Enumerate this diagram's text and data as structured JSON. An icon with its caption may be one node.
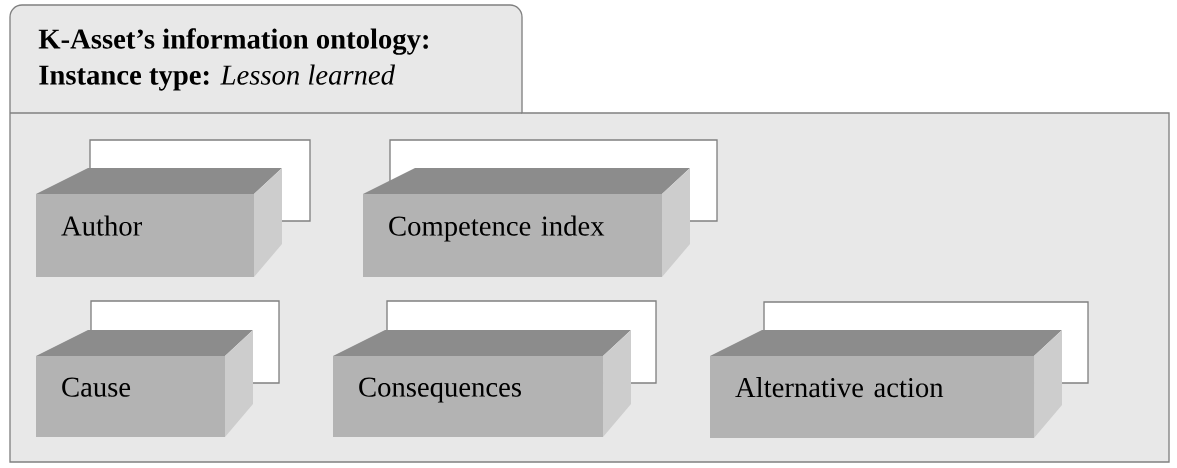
{
  "diagram": {
    "nodes": [
      {
        "text": [
          "K-Asset’s information ontology:",
          "**Instance type:** *Lesson learned*"
        ]
      },
      {
        "text": [
          "Author"
        ],
        "in": 0
      },
      {
        "text": [
          "Competence index"
        ],
        "in": 0
      },
      {
        "text": [
          "Cause"
        ],
        "in": 0
      },
      {
        "text": [
          "Consequences"
        ],
        "in": 0
      },
      {
        "text": [
          "Alternative action"
        ],
        "in": 0
      }
    ]
  }
}
